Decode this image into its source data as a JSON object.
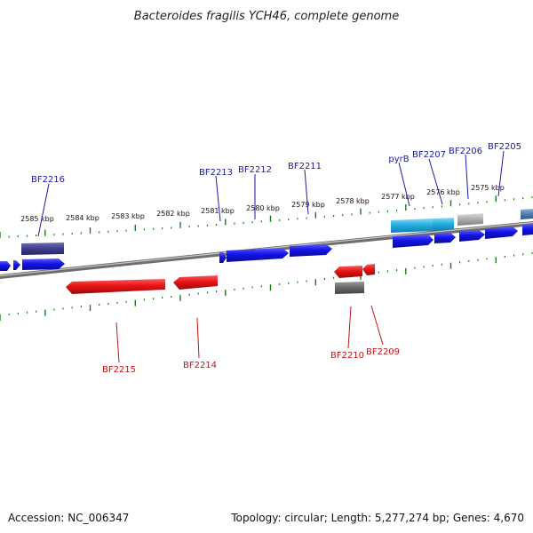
{
  "title": "Bacteroides fragilis YCH46, complete genome",
  "footer": {
    "accession": "Accession: NC_006347",
    "topology": "Topology: circular; Length: 5,277,274 bp; Genes: 4,670"
  },
  "colors": {
    "forward": "#1414e6",
    "reverse": "#e61414",
    "rna": "#21aade",
    "pseudo": "#aaaaaa",
    "other": "#3e3e8c",
    "tick": "#1a7a1a",
    "backbone": "#888888",
    "fwd_label": "#1a1aaa",
    "rev_label": "#c41414"
  },
  "ticks": [
    "2585 kbp",
    "2584 kbp",
    "2583 kbp",
    "2582 kbp",
    "2581 kbp",
    "2580 kbp",
    "2579 kbp",
    "2578 kbp",
    "2577 kbp",
    "2576 kbp",
    "2575 kbp"
  ],
  "gene_labels_forward": [
    "BF2216",
    "BF2213",
    "BF2212",
    "BF2211",
    "pyrB",
    "BF2207",
    "BF2206",
    "BF2205"
  ],
  "gene_labels_reverse": [
    "BF2215",
    "BF2214",
    "BF2210",
    "BF2209"
  ]
}
